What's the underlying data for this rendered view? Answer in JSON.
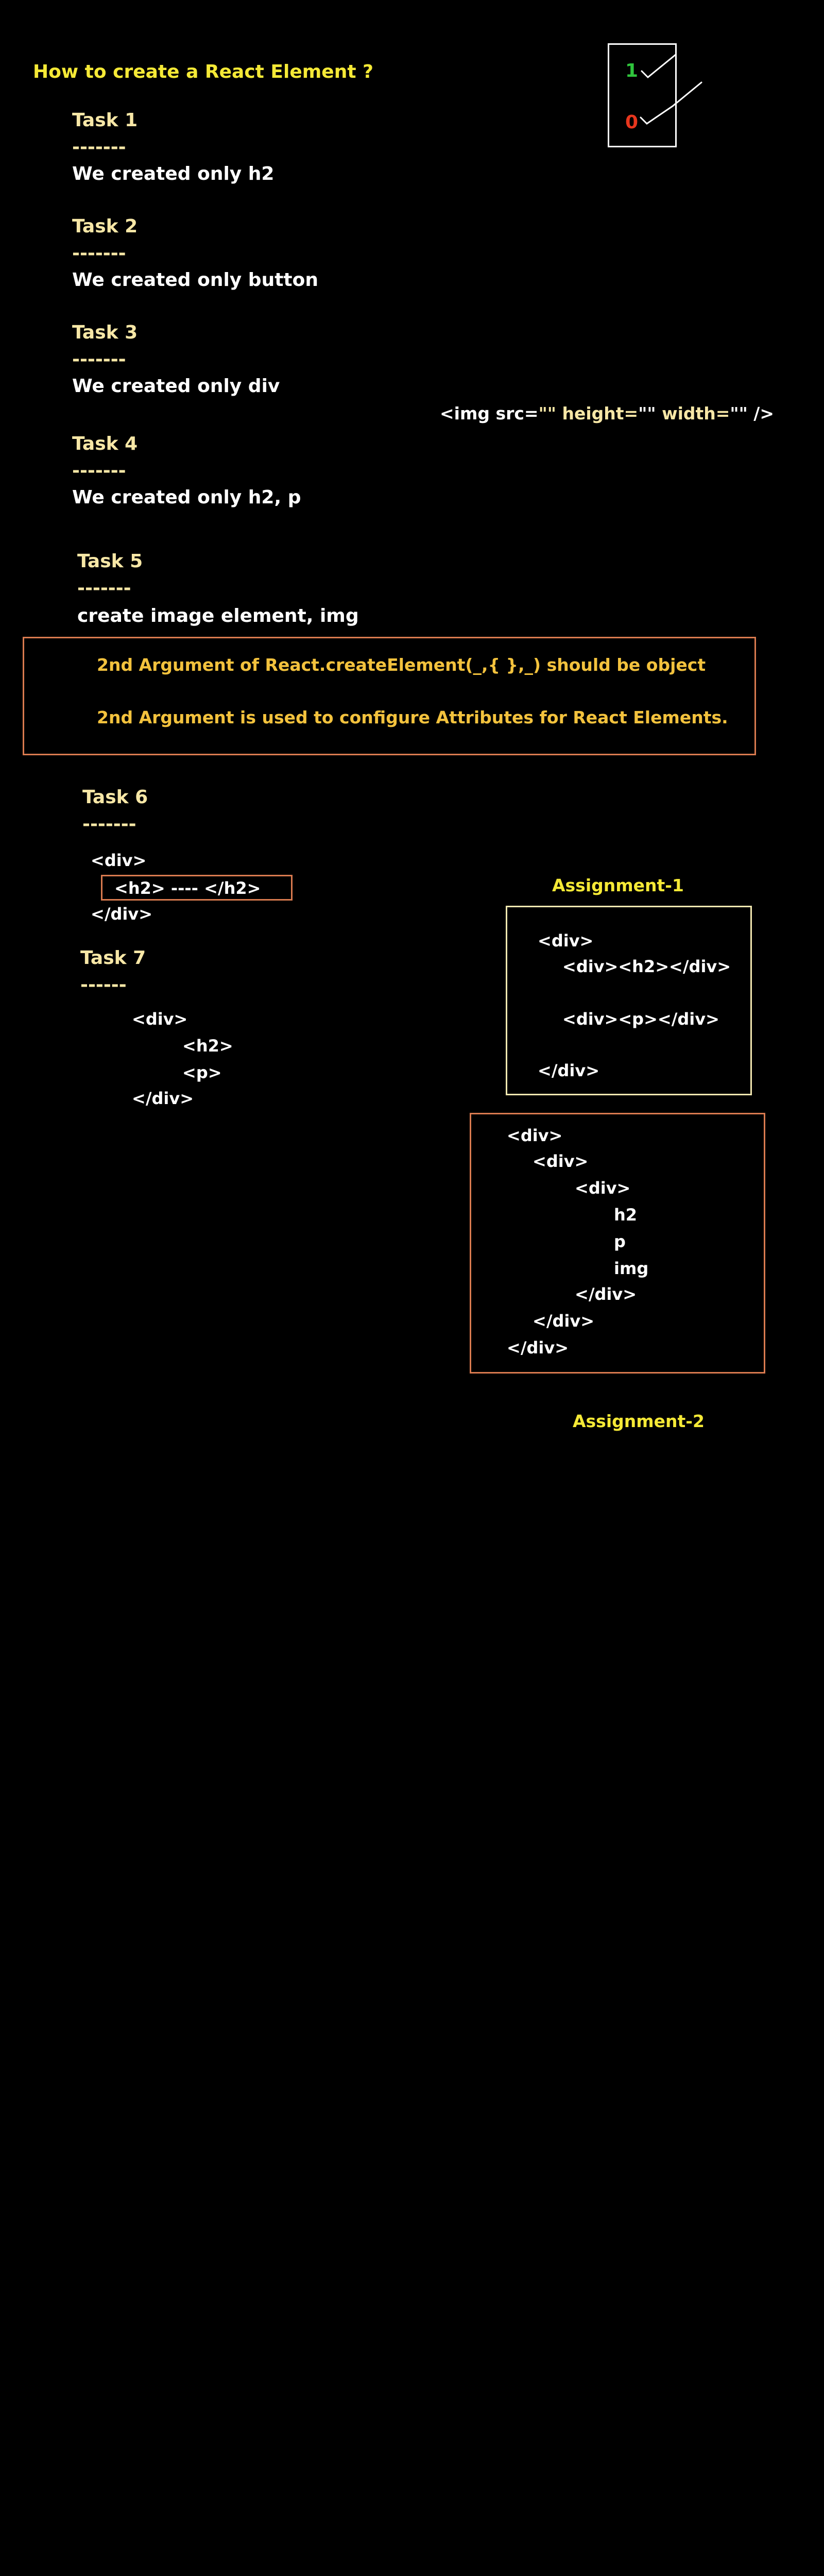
{
  "heading": "How to create a React Element ?",
  "tasks": [
    {
      "title": "Task 1",
      "dashes": "-------",
      "desc": "We created only h2"
    },
    {
      "title": "Task 2",
      "dashes": "-------",
      "desc": "We created only button"
    },
    {
      "title": "Task 3",
      "dashes": "-------",
      "desc": "We created only div"
    },
    {
      "title": "Task 4",
      "dashes": "-------",
      "desc": "We created only h2, p"
    },
    {
      "title": "Task 5",
      "dashes": "-------",
      "desc": "create image element, img"
    },
    {
      "title": "Task 6",
      "dashes": "-------"
    },
    {
      "title": "Task 7",
      "dashes": "------"
    }
  ],
  "counter": {
    "one": "1",
    "zero": "0"
  },
  "img_example": {
    "open": "<img src=",
    "src": "\"\"",
    "height_attr": " height=",
    "height_val": "\"\"",
    "width_attr": " width=",
    "width_val": "\"\"",
    "close": " />"
  },
  "arg_box": {
    "line1": "2nd Argument of React.createElement(_,{ },_) should be object",
    "line2": "2nd Argument is used to configure Attributes for React Elements."
  },
  "task6_code": {
    "open": "<div>",
    "inner": "<h2> ---- </h2>",
    "close": "</div>"
  },
  "task7_code": {
    "open": "<div>",
    "h2": "<h2>",
    "p": "<p>",
    "close": "</div>"
  },
  "assignment1": {
    "title": "Assignment-1",
    "lines": [
      "<div>",
      "<div><h2></div>",
      "<div><p></div>",
      "</div>"
    ]
  },
  "assignment2": {
    "title": "Assignment-2",
    "lines": [
      "<div>",
      "<div>",
      "<div>",
      "h2",
      "p",
      "img",
      "</div>",
      "</div>",
      "</div>"
    ]
  },
  "colors": {
    "background": "#000000",
    "heading": "#f5e936",
    "task_title": "#f7e7a6",
    "box_border": "#d97a4f",
    "assignment_box": "#f2e7b0",
    "counter_one": "#2fc43c",
    "counter_zero": "#e8361d"
  }
}
